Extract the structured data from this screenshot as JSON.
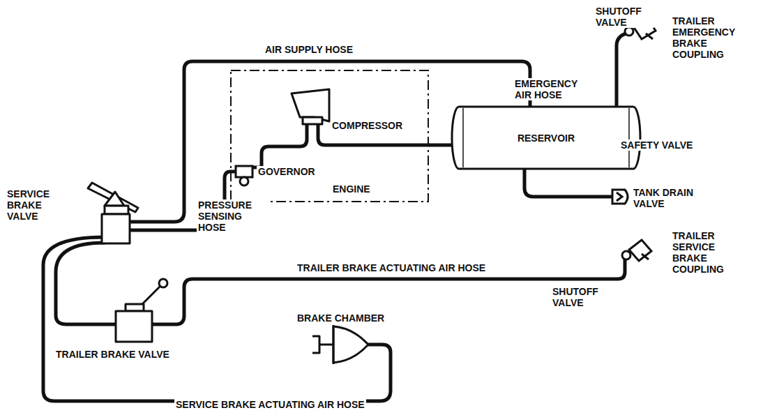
{
  "diagram": {
    "nodes": [
      {
        "text": [
          "ENGINE"
        ]
      },
      {
        "text": [
          "RESERVOIR"
        ]
      }
    ],
    "edges": [
      {
        "from": 0,
        "to": 1,
        "arrow": "none"
      }
    ],
    "labels": [
      "AIR SUPPLY HOSE",
      "SHUTOFF VALVE",
      "TRAILER EMERGENCY BRAKE COUPLING",
      "EMERGENCY AIR HOSE",
      "COMPRESSOR",
      "GOVERNOR",
      "SAFETY VALVE",
      "SERVICE BRAKE VALVE",
      "PRESSURE SENSING HOSE",
      "TANK DRAIN VALVE",
      "TRAILER SERVICE BRAKE COUPLING",
      "TRAILER BRAKE ACTUATING AIR HOSE",
      "SHUTOFF VALVE",
      "BRAKE CHAMBER",
      "TRAILER BRAKE VALVE",
      "SERVICE BRAKE ACTUATING AIR HOSE"
    ]
  }
}
